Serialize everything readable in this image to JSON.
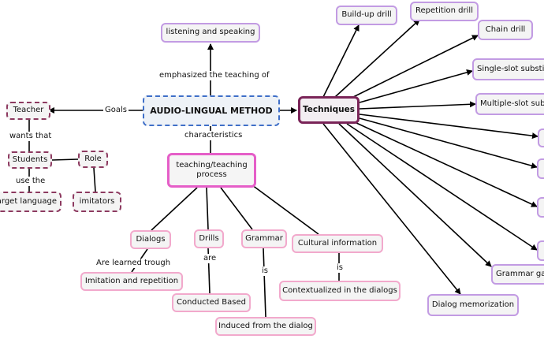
{
  "nodes": {
    "main": "AUDIO-LINGUAL METHOD",
    "listening": "listening and speaking",
    "techniques": "Techniques",
    "teacher": "Teacher",
    "students": "Students",
    "role": "Role",
    "target_language": "target language",
    "imitators": "imitators",
    "teaching_process": "teaching/teaching process",
    "dialogs": "Dialogs",
    "drills": "Drills",
    "grammar": "Grammar",
    "cultural": "Cultural information",
    "imitation": "Imitation and repetition",
    "conducted": "Conducted Based",
    "induced": "Induced from the dialog",
    "contextualized": "Contextualized in the dialogs",
    "buildup": "Build-up drill",
    "repetition": "Repetition drill",
    "chain": "Chain drill",
    "single_slot": "Single-slot substi",
    "multiple_slot": "Multiple-slot subs",
    "grammar_game": "Grammar ga",
    "dialog_memorization": "Dialog memorization"
  },
  "links": {
    "emphasized": "emphasized the teaching of",
    "goals": "Goals",
    "wants_that": "wants that",
    "use_the": "use the",
    "characteristics": "characteristics",
    "learned_trough": "Are learned trough",
    "are": "are",
    "is_grammar": "is",
    "is_cultural": "is"
  },
  "colors": {
    "main_border": "#3f6fc8",
    "techniques_border": "#7a2458",
    "technique_border": "#c29be3",
    "characteristic_border": "#f2a9cc",
    "teaching_process_border": "#e55ec8",
    "role_border": "#8d3a60"
  }
}
